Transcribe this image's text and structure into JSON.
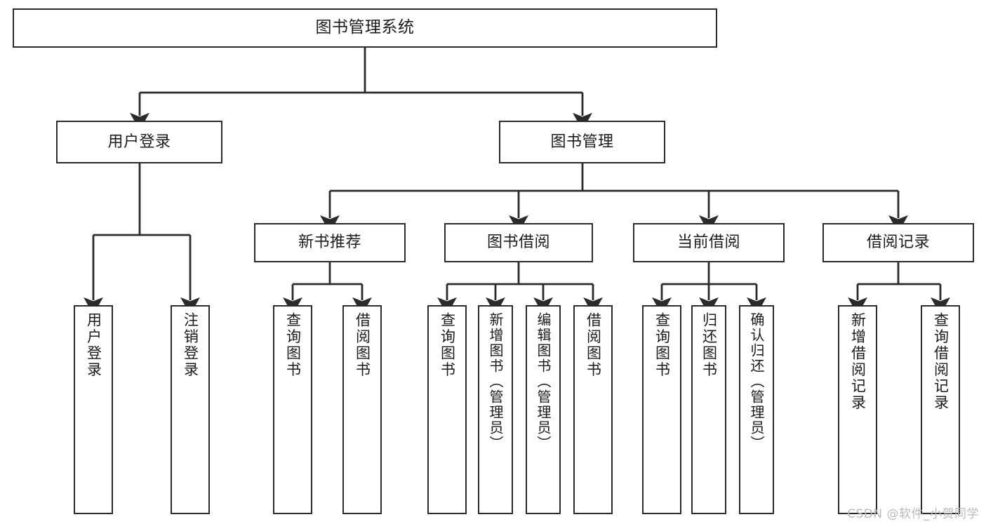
{
  "diagram": {
    "title": "图书管理系统",
    "type": "tree",
    "root": {
      "id": "root",
      "label": "图书管理系统"
    },
    "level1": [
      {
        "id": "user-login",
        "label": "用户登录"
      },
      {
        "id": "book-manage",
        "label": "图书管理"
      }
    ],
    "level2": [
      {
        "id": "new-book-rec",
        "label": "新书推荐",
        "parent": "book-manage"
      },
      {
        "id": "book-borrow",
        "label": "图书借阅",
        "parent": "book-manage"
      },
      {
        "id": "current-borrow",
        "label": "当前借阅",
        "parent": "book-manage"
      },
      {
        "id": "borrow-record",
        "label": "借阅记录",
        "parent": "book-manage"
      }
    ],
    "leaves": [
      {
        "id": "leaf-user-login",
        "label": "用户登录",
        "parent": "user-login"
      },
      {
        "id": "leaf-logout",
        "label": "注销登录",
        "parent": "user-login"
      },
      {
        "id": "leaf-query-book-1",
        "label": "查询图书",
        "parent": "new-book-rec"
      },
      {
        "id": "leaf-borrow-book-1",
        "label": "借阅图书",
        "parent": "new-book-rec"
      },
      {
        "id": "leaf-query-book-2",
        "label": "查询图书",
        "parent": "book-borrow"
      },
      {
        "id": "leaf-add-book",
        "label": "新增图书（管理员）",
        "parent": "book-borrow"
      },
      {
        "id": "leaf-edit-book",
        "label": "编辑图书（管理员）",
        "parent": "book-borrow"
      },
      {
        "id": "leaf-borrow-book-2",
        "label": "借阅图书",
        "parent": "book-borrow"
      },
      {
        "id": "leaf-query-book-3",
        "label": "查询图书",
        "parent": "current-borrow"
      },
      {
        "id": "leaf-return-book",
        "label": "归还图书",
        "parent": "current-borrow"
      },
      {
        "id": "leaf-confirm-return",
        "label": "确认归还（管理员）",
        "parent": "current-borrow"
      },
      {
        "id": "leaf-add-record",
        "label": "新增借阅记录",
        "parent": "borrow-record"
      },
      {
        "id": "leaf-query-record",
        "label": "查询借阅记录",
        "parent": "borrow-record"
      }
    ],
    "colors": {
      "stroke": "#2b2b2b",
      "fill": "#ffffff",
      "text": "#1b1b1b",
      "watermark": "#b9b9b9"
    }
  },
  "watermark": {
    "text": "CSDN @软件_小贺同学"
  }
}
